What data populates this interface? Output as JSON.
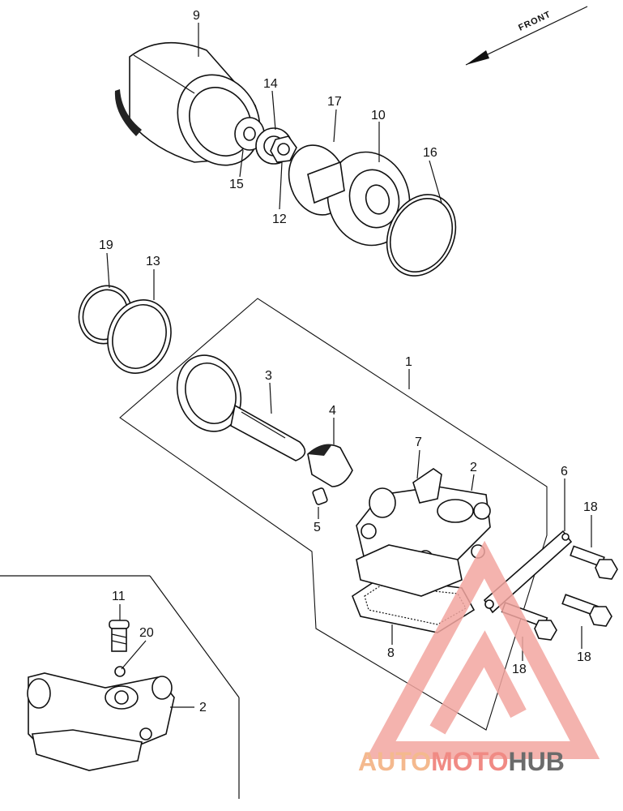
{
  "diagram": {
    "front_label": "FRONT",
    "callouts": {
      "p1": "1",
      "p2a": "2",
      "p2b": "2",
      "p3": "3",
      "p4": "4",
      "p5": "5",
      "p6": "6",
      "p7": "7",
      "p8": "8",
      "p9": "9",
      "p10": "10",
      "p11": "11",
      "p12": "12",
      "p13": "13",
      "p14": "14",
      "p15": "15",
      "p16": "16",
      "p17": "17",
      "p18a": "18",
      "p18b": "18",
      "p18c": "18",
      "p19": "19",
      "p20": "20"
    }
  },
  "watermark": {
    "brand_part1": "AUTO",
    "brand_part2": "MOTO",
    "brand_part3": "HUB",
    "color_light": "#f4b98e",
    "color_red": "#f08a84",
    "color_dark": "#6b6b6b"
  }
}
